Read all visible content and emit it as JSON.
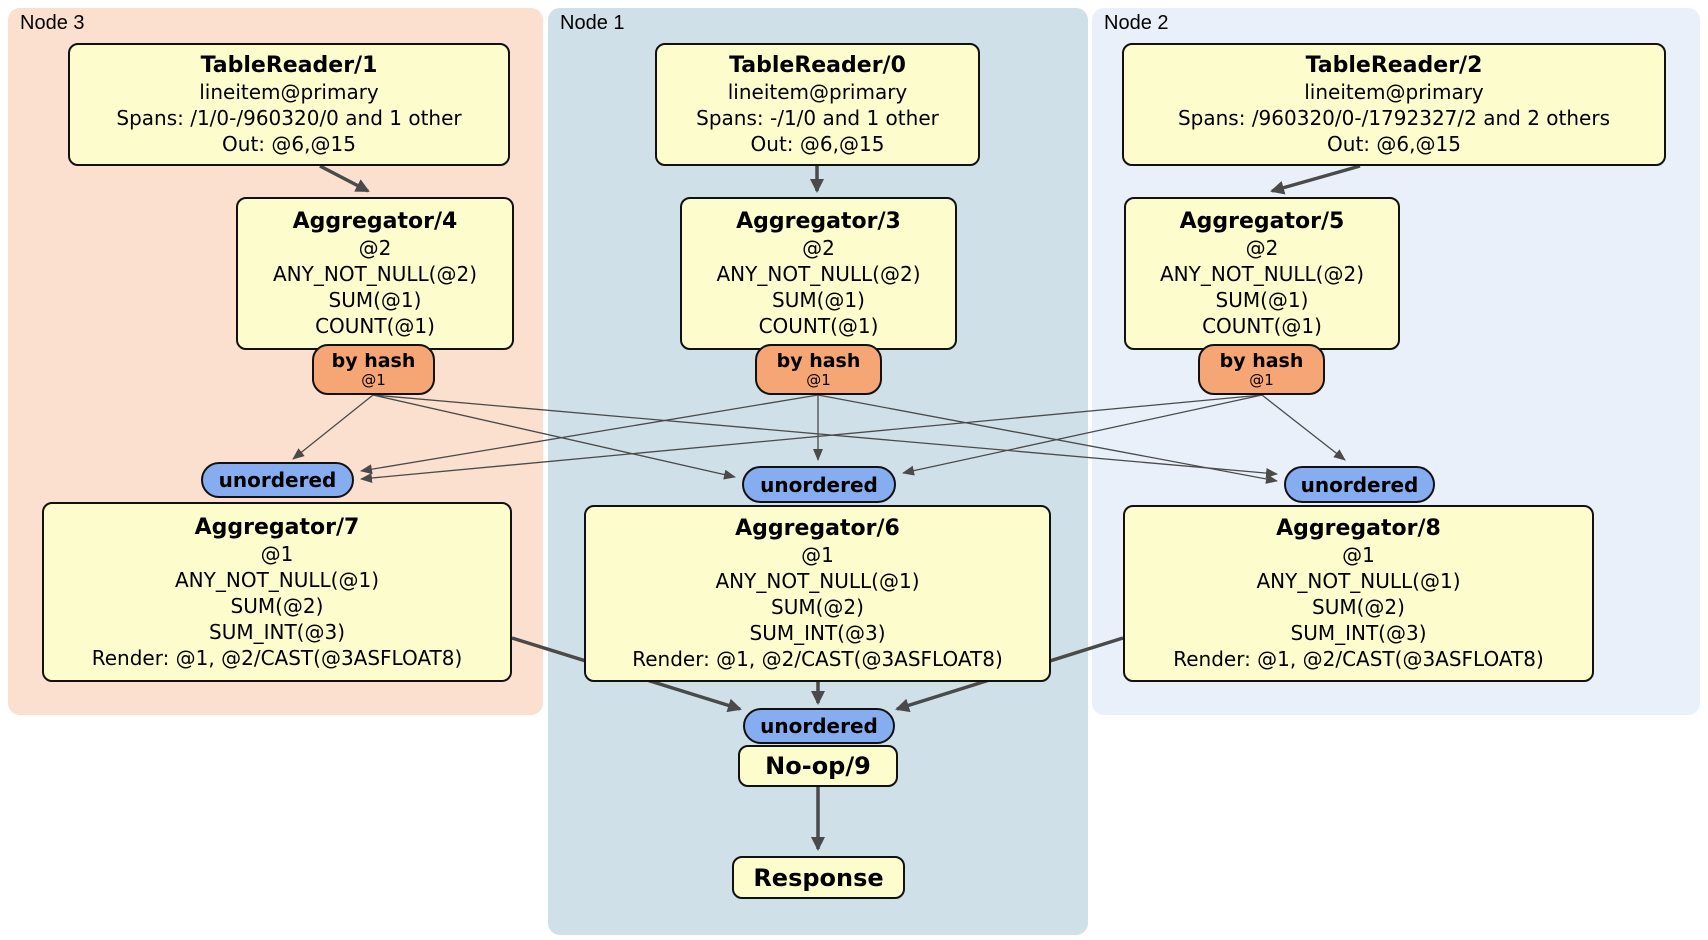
{
  "regions": [
    {
      "name": "node-3",
      "label": "Node 3"
    },
    {
      "name": "node-1",
      "label": "Node 1"
    },
    {
      "name": "node-2",
      "label": "Node 2"
    }
  ],
  "processors": {
    "tr1": {
      "title": "TableReader/1",
      "lines": [
        "lineitem@primary",
        "Spans: /1/0-/960320/0 and 1 other",
        "Out: @6,@15"
      ]
    },
    "tr0": {
      "title": "TableReader/0",
      "lines": [
        "lineitem@primary",
        "Spans: -/1/0 and 1 other",
        "Out: @6,@15"
      ]
    },
    "tr2": {
      "title": "TableReader/2",
      "lines": [
        "lineitem@primary",
        "Spans: /960320/0-/1792327/2 and 2 others",
        "Out: @6,@15"
      ]
    },
    "agg4": {
      "title": "Aggregator/4",
      "lines": [
        "@2",
        "ANY_NOT_NULL(@2)",
        "SUM(@1)",
        "COUNT(@1)"
      ]
    },
    "agg3": {
      "title": "Aggregator/3",
      "lines": [
        "@2",
        "ANY_NOT_NULL(@2)",
        "SUM(@1)",
        "COUNT(@1)"
      ]
    },
    "agg5": {
      "title": "Aggregator/5",
      "lines": [
        "@2",
        "ANY_NOT_NULL(@2)",
        "SUM(@1)",
        "COUNT(@1)"
      ]
    },
    "agg7": {
      "title": "Aggregator/7",
      "lines": [
        "@1",
        "ANY_NOT_NULL(@1)",
        "SUM(@2)",
        "SUM_INT(@3)",
        "Render: @1, @2/CAST(@3ASFLOAT8)"
      ]
    },
    "agg6": {
      "title": "Aggregator/6",
      "lines": [
        "@1",
        "ANY_NOT_NULL(@1)",
        "SUM(@2)",
        "SUM_INT(@3)",
        "Render: @1, @2/CAST(@3ASFLOAT8)"
      ]
    },
    "agg8": {
      "title": "Aggregator/8",
      "lines": [
        "@1",
        "ANY_NOT_NULL(@1)",
        "SUM(@2)",
        "SUM_INT(@3)",
        "Render: @1, @2/CAST(@3ASFLOAT8)"
      ]
    },
    "noop": {
      "title": "No-op/9"
    },
    "response": {
      "title": "Response"
    }
  },
  "connectors": {
    "router_label": "by hash",
    "router_sub": "@1",
    "sync_label": "unordered"
  },
  "colors": {
    "region_node3": "#fbdfcf",
    "region_node1": "#d0e0e9",
    "region_node2": "#e9f0fa",
    "processor_fill": "#fdfccd",
    "router_fill": "#f6a674",
    "sync_fill": "#85adf0",
    "edge": "#4a4a4a"
  }
}
